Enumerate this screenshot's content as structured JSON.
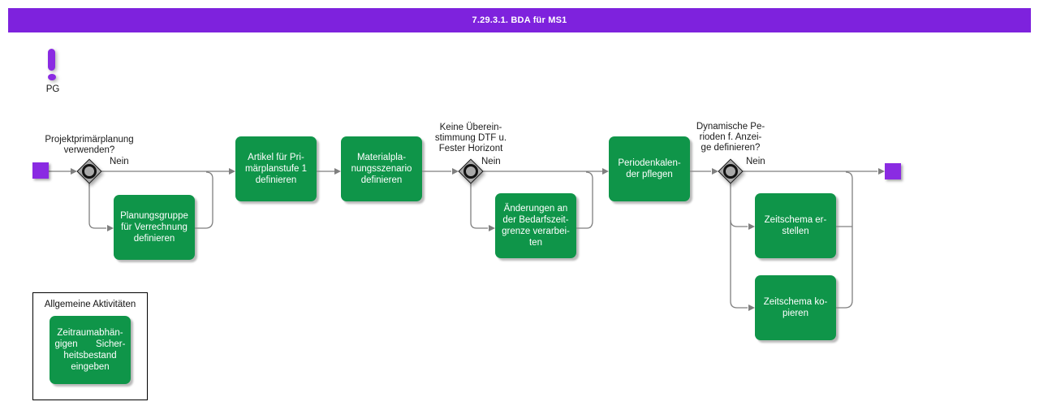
{
  "title_bar": {
    "text": "7.29.3.1. BDA für MS1"
  },
  "org_unit": {
    "label": "PG"
  },
  "gateways": [
    {
      "question": "Projektprimärplanung\nverwenden?",
      "branch_label": "Nein"
    },
    {
      "question": "Keine Überein-\nstimmung DTF u.\nFester Horizont",
      "branch_label": "Nein"
    },
    {
      "question": "Dynamische Pe-\nrioden f. Anzei-\nge definieren?",
      "branch_label": "Nein"
    }
  ],
  "tasks": {
    "artikel": "Artikel für Pri-\nmärplanstufe 1\ndefinieren",
    "material": "Materialpla-\nnungsszenario\ndefinieren",
    "planungsgruppe": "Planungsgruppe\nfür Verrechnung\ndefinieren",
    "aenderungen": "Änderungen an\nder Bedarfszeit-\ngrenze verarbei-\nten",
    "periodenkalender": "Periodenkalen-\nder pflegen",
    "zeitschema_erstellen": "Zeitschema er-\nstellen",
    "zeitschema_kopieren": "Zeitschema ko-\npieren"
  },
  "legend": {
    "title": "Allgemeine Aktivitäten",
    "task": "Zeitraumabhän-\ngigen       Sicher-\nheitsbestand\neingeben"
  },
  "colors": {
    "title_bar": "#7e22dd",
    "event": "#8a2be2",
    "task": "#0f9549",
    "gateway": "#a9a9a9",
    "connector": "#7f7f7f"
  }
}
